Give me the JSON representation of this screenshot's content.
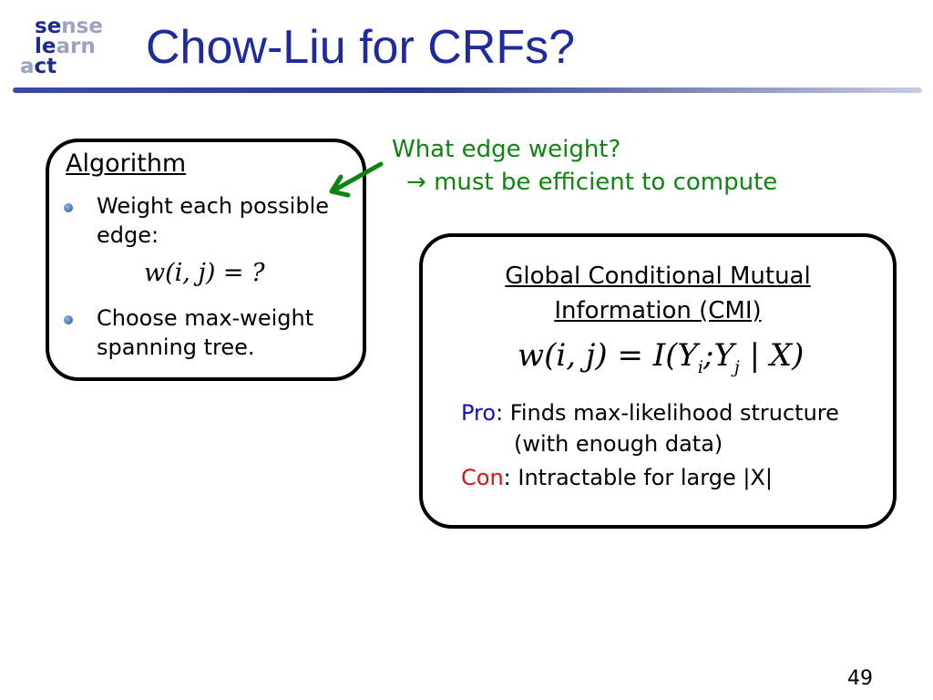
{
  "logo": {
    "line1_a": "se",
    "line1_b": "nse",
    "line2_a": "le",
    "line2_b": "arn",
    "line3_a": "a",
    "line3_b": "ct"
  },
  "slide": {
    "title": "Chow-Liu for CRFs?",
    "page_number": "49"
  },
  "algorithm_box": {
    "heading": "Algorithm",
    "bullet1": "Weight each possible\nedge:",
    "equation": "w(i, j) = ?",
    "bullet2": "Choose max-weight\nspanning tree."
  },
  "callout": {
    "line1": "What edge weight?",
    "arrow_glyph": "→",
    "line2": "must be efficient to compute"
  },
  "cmi_box": {
    "heading": "Global Conditional Mutual\nInformation (CMI)",
    "eq_lhs": "w(i, j) = I(Y",
    "eq_sub1": "i",
    "eq_mid": ";Y",
    "eq_sub2": "j",
    "eq_rhs": " | X)",
    "pro_label": "Pro",
    "pro_text": ": Finds max-likelihood structure",
    "pro_text2": "(with enough data)",
    "con_label": "Con",
    "con_text": ": Intractable for large |X|"
  },
  "colors": {
    "title": "#1f2a9e",
    "callout": "#108410",
    "pro": "#1010c8",
    "con": "#e01010"
  }
}
